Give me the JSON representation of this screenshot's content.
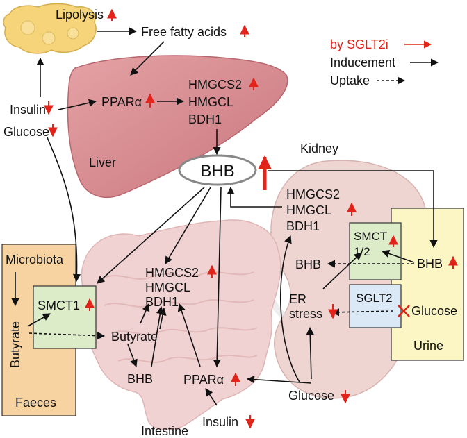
{
  "colors": {
    "red": "#e2231a",
    "black": "#111111",
    "liver_fill": "#d98a8f",
    "intestine_fill": "#f1d2d2",
    "kidney_fill": "#eed5d2",
    "fat_fill": "#f5d47a",
    "faeces_box": "#f6d3a0",
    "urine_box": "#fbf6c4",
    "smct_box": "#dcebc8",
    "sglt2_box": "#dbe8f6"
  },
  "legend": {
    "by_sglt2i": "by SGLT2i",
    "inducement": "Inducement",
    "uptake": "Uptake"
  },
  "labels": {
    "lipolysis": "Lipolysis",
    "free_fatty_acids": "Free fatty acids",
    "insulin_left": "Insulin",
    "glucose_left": "Glucose",
    "ppara_liver": "PPARα",
    "hmgcs2_liver": "HMGCS2",
    "hmgcl_liver": "HMGCL",
    "bdh1_liver": "BDH1",
    "liver": "Liver",
    "bhb_center": "BHB",
    "kidney": "Kidney",
    "hmgcs2_kidney": "HMGCS2",
    "hmgcl_kidney": "HMGCL",
    "bdh1_kidney": "BDH1",
    "smct12_line1": "SMCT",
    "smct12_line2": "1/2",
    "bhb_kidney": "BHB",
    "bhb_urine": "BHB",
    "sglt2": "SGLT2",
    "er": "ER",
    "stress": "stress",
    "glucose_urine": "Glucose",
    "urine": "Urine",
    "microbiota": "Microbiota",
    "butyrate_faeces": "Butyrate",
    "smct1": "SMCT1",
    "faeces": "Faeces",
    "hmgcs2_int": "HMGCS2",
    "hmgcl_int": "HMGCL",
    "bdh1_int": "BDH1",
    "butyrate_int": "Butyrate",
    "bhb_int": "BHB",
    "ppara_int": "PPARα",
    "glucose_bottom": "Glucose",
    "insulin_bottom": "Insulin",
    "intestine": "Intestine"
  }
}
